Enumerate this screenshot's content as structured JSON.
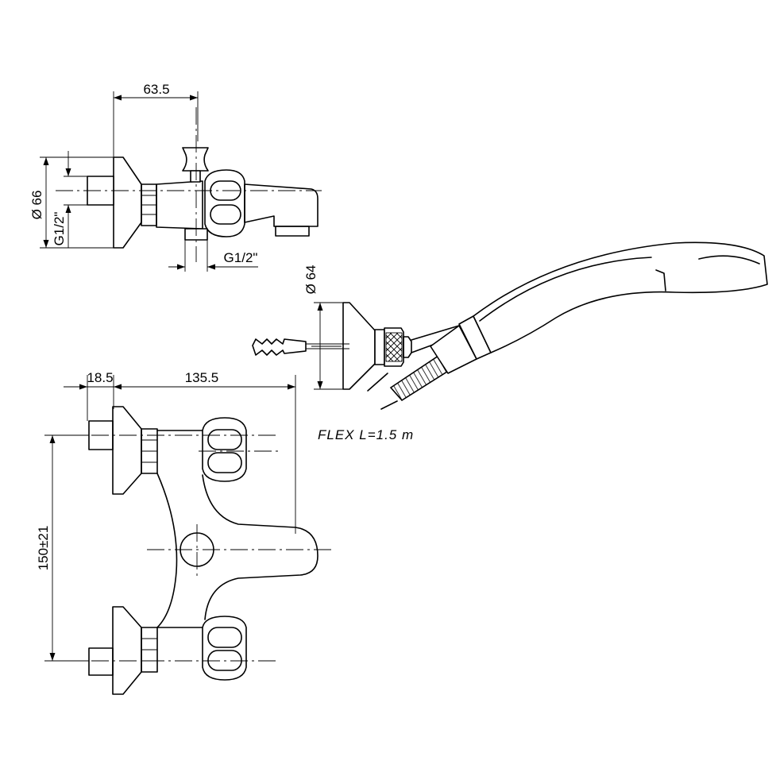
{
  "side_view": {
    "width_dim": "63.5",
    "height_dim": "Ø 66",
    "thread_left": "G1/2\"",
    "thread_outlet": "G1/2\""
  },
  "shower_set": {
    "holder_dim": "Ø 64",
    "hose_label": "FLEX  L=1.5  m"
  },
  "front_view": {
    "offset_dim": "18.5",
    "depth_dim": "135.5",
    "centers_dim": "150±21"
  }
}
